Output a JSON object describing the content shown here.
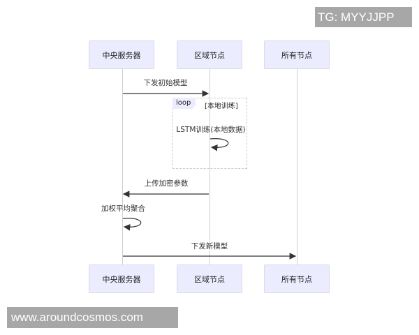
{
  "diagram": {
    "type": "sequence",
    "participants": [
      {
        "id": "server",
        "label": "中央服务器"
      },
      {
        "id": "region",
        "label": "区域节点"
      },
      {
        "id": "all",
        "label": "所有节点"
      }
    ],
    "messages": [
      {
        "from": "server",
        "to": "region",
        "label": "下发初始模型"
      },
      {
        "from": "region",
        "to": "region",
        "label": "LSTM训练(本地数据)"
      },
      {
        "from": "region",
        "to": "server",
        "label": "上传加密参数"
      },
      {
        "from": "server",
        "to": "server",
        "label": "加权平均聚合"
      },
      {
        "from": "server",
        "to": "all",
        "label": "下发新模型"
      }
    ],
    "loop": {
      "tag": "loop",
      "condition": "[本地训练]"
    }
  },
  "watermarks": {
    "top_right": "TG: MYYJJPP",
    "bottom_left": "www.aroundcosmos.com"
  },
  "colors": {
    "actor_fill": "#ECECFF",
    "line": "#333333",
    "lifeline": "#cfcfcf",
    "watermark_bg": "#a7a7a7"
  }
}
